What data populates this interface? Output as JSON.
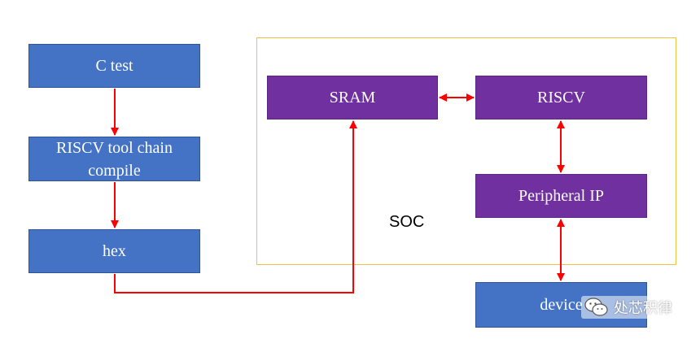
{
  "flow": {
    "c_test": "C test",
    "toolchain_line1": "RISCV tool chain",
    "toolchain_line2": "compile",
    "hex": "hex"
  },
  "soc": {
    "label": "SOC",
    "sram": "SRAM",
    "riscv": "RISCV",
    "peripheral": "Peripheral IP"
  },
  "external": {
    "device": "device"
  },
  "watermark": {
    "text": "处芯积律",
    "icon": "wechat-icon"
  },
  "colors": {
    "block_blue": "#4472c4",
    "block_purple": "#7030a0",
    "arrow_red": "#ff0000",
    "soc_border": "#f2c245"
  }
}
